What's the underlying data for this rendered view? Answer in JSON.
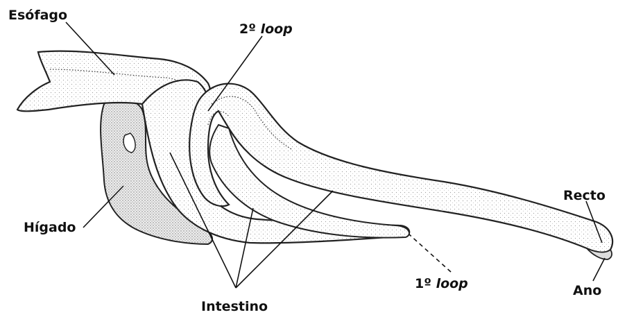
{
  "labels": {
    "esofago": "Esófago",
    "loop2_num": "2º",
    "loop2_word": "loop",
    "higado": "Hígado",
    "recto": "Recto",
    "loop1_num": "1º",
    "loop1_word": "loop",
    "ano": "Ano",
    "intestino": "Intestino"
  },
  "colors": {
    "outline": "#222222",
    "stipple": "#9a9a9a",
    "liver_fill": "#d6d6d6"
  }
}
